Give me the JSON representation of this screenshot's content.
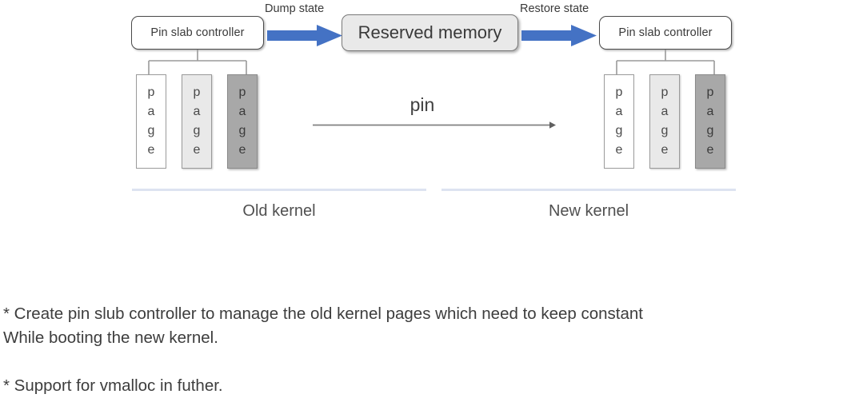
{
  "diagram": {
    "old_side": {
      "controller_label": "Pin slab controller",
      "pages": [
        {
          "letters": [
            "p",
            "a",
            "g",
            "e"
          ],
          "shade": "white"
        },
        {
          "letters": [
            "p",
            "a",
            "g",
            "e"
          ],
          "shade": "light"
        },
        {
          "letters": [
            "p",
            "a",
            "g",
            "e"
          ],
          "shade": "dark"
        }
      ],
      "caption": "Old kernel"
    },
    "reserved": {
      "label": "Reserved memory"
    },
    "new_side": {
      "controller_label": "Pin slab controller",
      "pages": [
        {
          "letters": [
            "p",
            "a",
            "g",
            "e"
          ],
          "shade": "white"
        },
        {
          "letters": [
            "p",
            "a",
            "g",
            "e"
          ],
          "shade": "light"
        },
        {
          "letters": [
            "p",
            "a",
            "g",
            "e"
          ],
          "shade": "dark"
        }
      ],
      "caption": "New kernel"
    },
    "arrows": {
      "dump_label": "Dump state",
      "restore_label": "Restore state",
      "pin_label": "pin"
    },
    "colors": {
      "arrow_blue": "#4472C4",
      "page_dark": "#a8a8a8",
      "page_light": "#e9e9e9",
      "reserved_fill": "#e9e9e9",
      "divider_blue": "#dde3f1",
      "pin_arrow_gray": "#808080"
    }
  },
  "notes": {
    "bullet1_line1": "* Create pin slub controller to manage the old kernel pages which need to keep constant",
    "bullet1_line2": "While booting the new kernel.",
    "bullet2_line1": "* Support for vmalloc in futher."
  }
}
